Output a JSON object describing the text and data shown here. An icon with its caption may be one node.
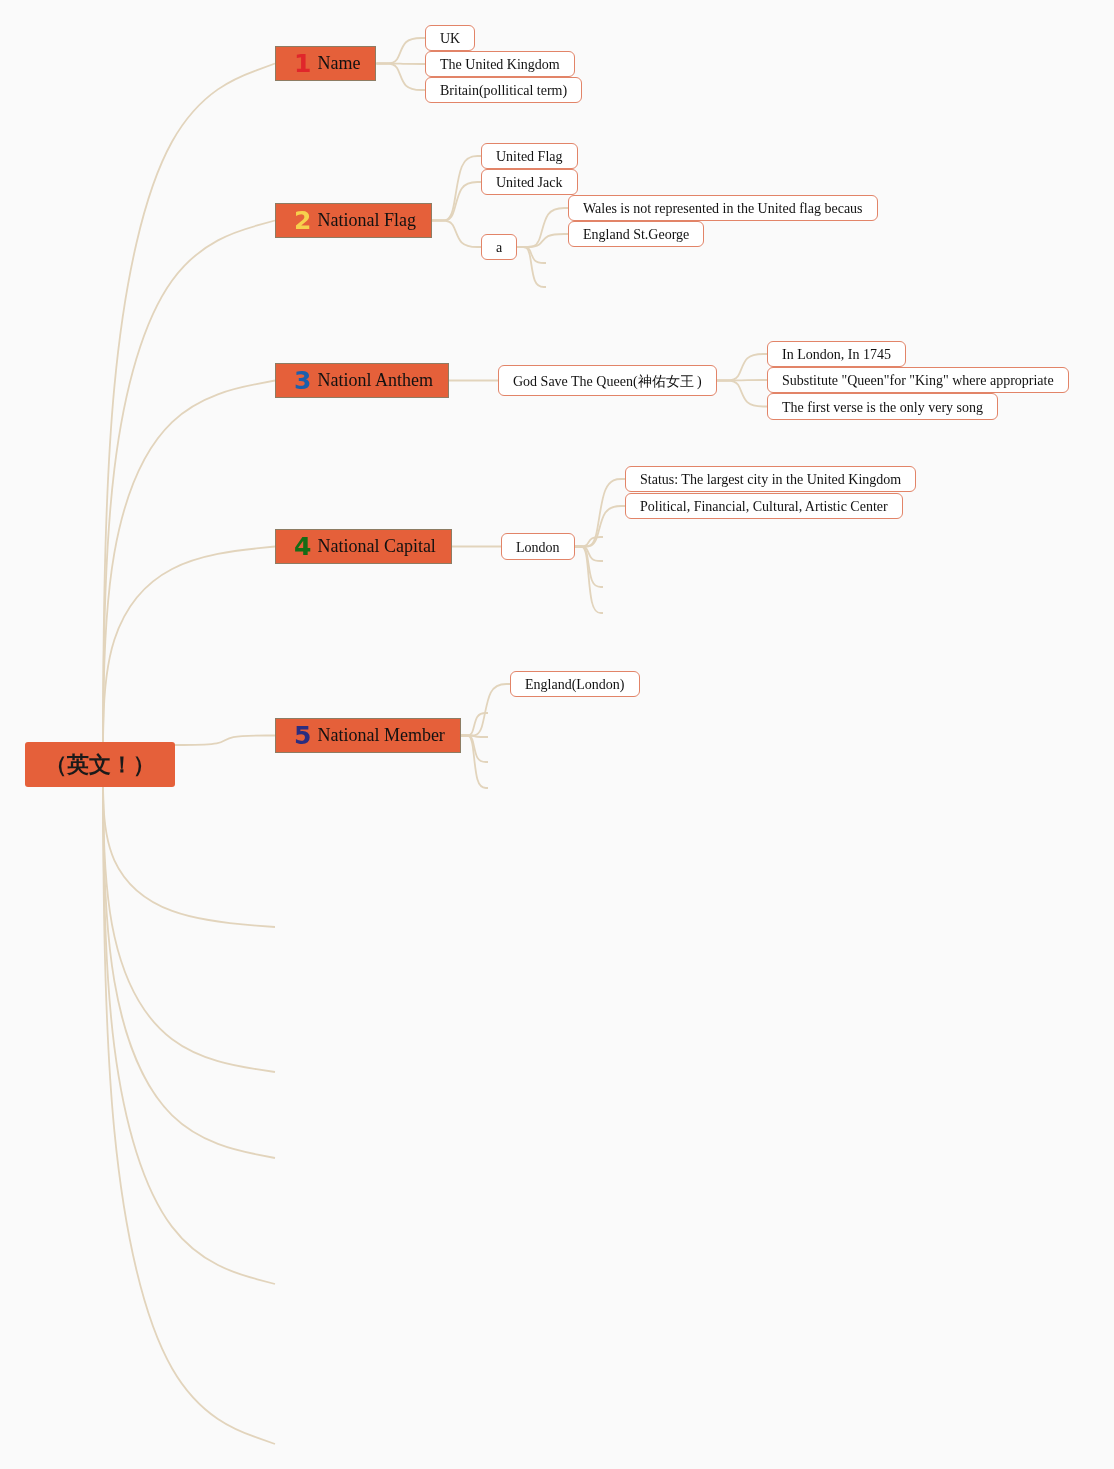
{
  "diagram": {
    "nodes": [
      {
        "text": [
          "（英文！）"
        ]
      },
      {
        "text": [
          "1",
          "Name"
        ]
      },
      {
        "text": [
          "UK"
        ]
      },
      {
        "text": [
          "The United Kingdom"
        ]
      },
      {
        "text": [
          "Britain(pollitical term)"
        ]
      },
      {
        "text": [
          "2",
          "National Flag"
        ]
      },
      {
        "text": [
          "United Flag"
        ]
      },
      {
        "text": [
          "United Jack"
        ]
      },
      {
        "text": [
          "a"
        ]
      },
      {
        "text": [
          "Wales is not represented in the United flag becaus"
        ]
      },
      {
        "text": [
          "England St.George"
        ]
      },
      {
        "text": [
          "3",
          "Nationl Anthem"
        ]
      },
      {
        "text": [
          "God Save The Queen(神佑女王 )"
        ]
      },
      {
        "text": [
          "In London, In 1745"
        ]
      },
      {
        "text": [
          "Substitute \"Queen\"for \"King\" where appropriate"
        ]
      },
      {
        "text": [
          "The first verse is the only very song"
        ]
      },
      {
        "text": [
          "4",
          "National Capital"
        ]
      },
      {
        "text": [
          "London"
        ]
      },
      {
        "text": [
          "Status: The largest city in the United Kingdom"
        ]
      },
      {
        "text": [
          "Political, Financial, Cultural, Artistic Center"
        ]
      },
      {
        "text": [
          "5",
          "National Member"
        ]
      },
      {
        "text": [
          "England(London)"
        ]
      }
    ],
    "edges": [
      {
        "from": 0,
        "to": 1,
        "arrow": "none"
      },
      {
        "from": 0,
        "to": 5,
        "arrow": "none"
      },
      {
        "from": 0,
        "to": 11,
        "arrow": "none"
      },
      {
        "from": 0,
        "to": 16,
        "arrow": "none"
      },
      {
        "from": 0,
        "to": 20,
        "arrow": "none"
      },
      {
        "from": 0,
        "to": null,
        "arrow": "none"
      },
      {
        "from": 0,
        "to": null,
        "arrow": "none"
      },
      {
        "from": 0,
        "to": null,
        "arrow": "none"
      },
      {
        "from": 0,
        "to": null,
        "arrow": "none"
      },
      {
        "from": 0,
        "to": null,
        "arrow": "none"
      },
      {
        "from": 1,
        "to": 2,
        "arrow": "none"
      },
      {
        "from": 1,
        "to": 3,
        "arrow": "none"
      },
      {
        "from": 1,
        "to": 4,
        "arrow": "none"
      },
      {
        "from": 5,
        "to": 6,
        "arrow": "none"
      },
      {
        "from": 5,
        "to": 7,
        "arrow": "none"
      },
      {
        "from": 5,
        "to": 8,
        "arrow": "none"
      },
      {
        "from": 8,
        "to": 9,
        "arrow": "none"
      },
      {
        "from": 8,
        "to": 10,
        "arrow": "none"
      },
      {
        "from": 8,
        "to": null,
        "arrow": "none"
      },
      {
        "from": 8,
        "to": null,
        "arrow": "none"
      },
      {
        "from": 11,
        "to": 12,
        "arrow": "none"
      },
      {
        "from": 12,
        "to": 13,
        "arrow": "none"
      },
      {
        "from": 12,
        "to": 14,
        "arrow": "none"
      },
      {
        "from": 12,
        "to": 15,
        "arrow": "none"
      },
      {
        "from": 16,
        "to": 17,
        "arrow": "none"
      },
      {
        "from": 17,
        "to": 18,
        "arrow": "none"
      },
      {
        "from": 17,
        "to": 19,
        "arrow": "none"
      },
      {
        "from": 17,
        "to": null,
        "arrow": "none"
      },
      {
        "from": 17,
        "to": null,
        "arrow": "none"
      },
      {
        "from": 17,
        "to": null,
        "arrow": "none"
      },
      {
        "from": 17,
        "to": null,
        "arrow": "none"
      },
      {
        "from": 20,
        "to": 21,
        "arrow": "none"
      },
      {
        "from": 20,
        "to": null,
        "arrow": "none"
      },
      {
        "from": 20,
        "to": null,
        "arrow": "none"
      },
      {
        "from": 20,
        "to": null,
        "arrow": "none"
      },
      {
        "from": 20,
        "to": null,
        "arrow": "none"
      }
    ]
  }
}
